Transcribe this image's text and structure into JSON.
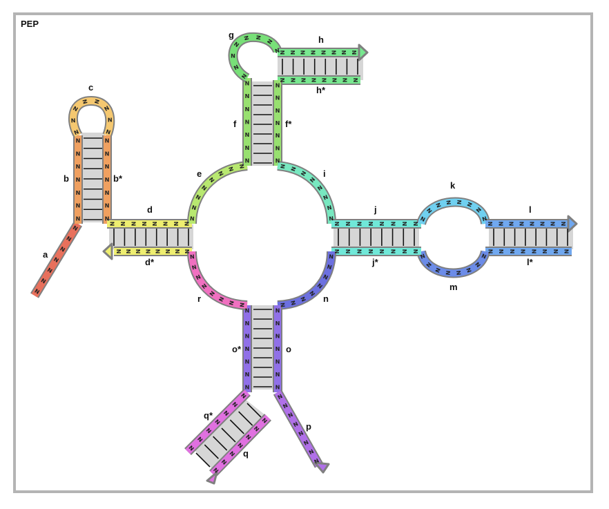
{
  "title": "PEP",
  "base_glyph": "N",
  "labels": {
    "a": "a",
    "b": "b",
    "b_star": "b*",
    "c": "c",
    "d": "d",
    "d_star": "d*",
    "e": "e",
    "f": "f",
    "f_star": "f*",
    "g": "g",
    "h": "h",
    "h_star": "h*",
    "i": "i",
    "j": "j",
    "j_star": "j*",
    "k": "k",
    "l": "l",
    "l_star": "l*",
    "m": "m",
    "n": "n",
    "o": "o",
    "o_star": "o*",
    "p": "p",
    "q": "q",
    "q_star": "q*",
    "r": "r"
  },
  "domain_colors": {
    "a": "#e8705c",
    "b": "#f0a060",
    "c": "#f5c870",
    "d": "#eeee70",
    "e": "#b8e870",
    "f": "#98e070",
    "g": "#78e078",
    "h": "#78e890",
    "i": "#78e8c0",
    "j": "#70e8d8",
    "k": "#70d0f0",
    "l": "#70a8f0",
    "m": "#6c8ce8",
    "n": "#6c70e0",
    "o": "#9070e8",
    "p": "#b070e8",
    "q": "#e070e0",
    "r": "#f070c0"
  },
  "stroke_color": "#808080",
  "duplex_fill": "#d6d6d6"
}
